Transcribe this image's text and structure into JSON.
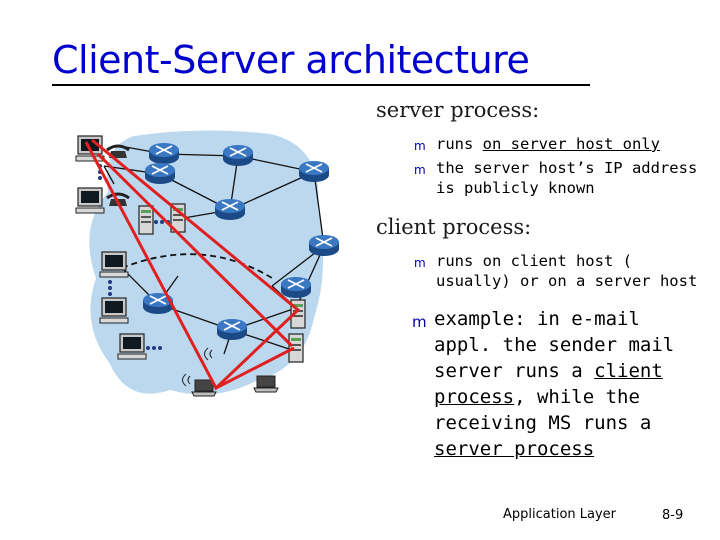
{
  "slide": {
    "title": "Client-Server architecture",
    "footer_label": "Application Layer",
    "page_number": "8-9"
  },
  "server_process": {
    "heading": "server process:",
    "bullets": [
      {
        "parts": [
          {
            "text": "runs "
          },
          {
            "text": "on server host only",
            "underline": true
          }
        ]
      },
      {
        "parts": [
          {
            "text": "the server host’s IP address is publicly known"
          }
        ]
      }
    ]
  },
  "client_process": {
    "heading": "client process:",
    "bullets": [
      {
        "parts": [
          {
            "text": "runs on client host ( usually) or on a server host"
          }
        ]
      }
    ]
  },
  "example": {
    "parts": [
      {
        "text": "example: in e-mail appl. the sender mail server runs a "
      },
      {
        "text": "client process",
        "underline": true
      },
      {
        "text": ", while the receiving MS runs a "
      },
      {
        "text": "server process",
        "underline": true
      }
    ]
  },
  "colors": {
    "title": "#0000cc",
    "bullet": "#0000aa",
    "connection": "#e02020",
    "network_cloud": "#bcd8ee",
    "router": "#2a5fa8"
  },
  "icons": {
    "bullet": "m-bullet-icon",
    "router": "router-icon",
    "desktop": "desktop-computer-icon",
    "server": "server-tower-icon",
    "phone": "telephone-icon",
    "laptop": "laptop-icon",
    "wireless": "wireless-signal-icon"
  }
}
